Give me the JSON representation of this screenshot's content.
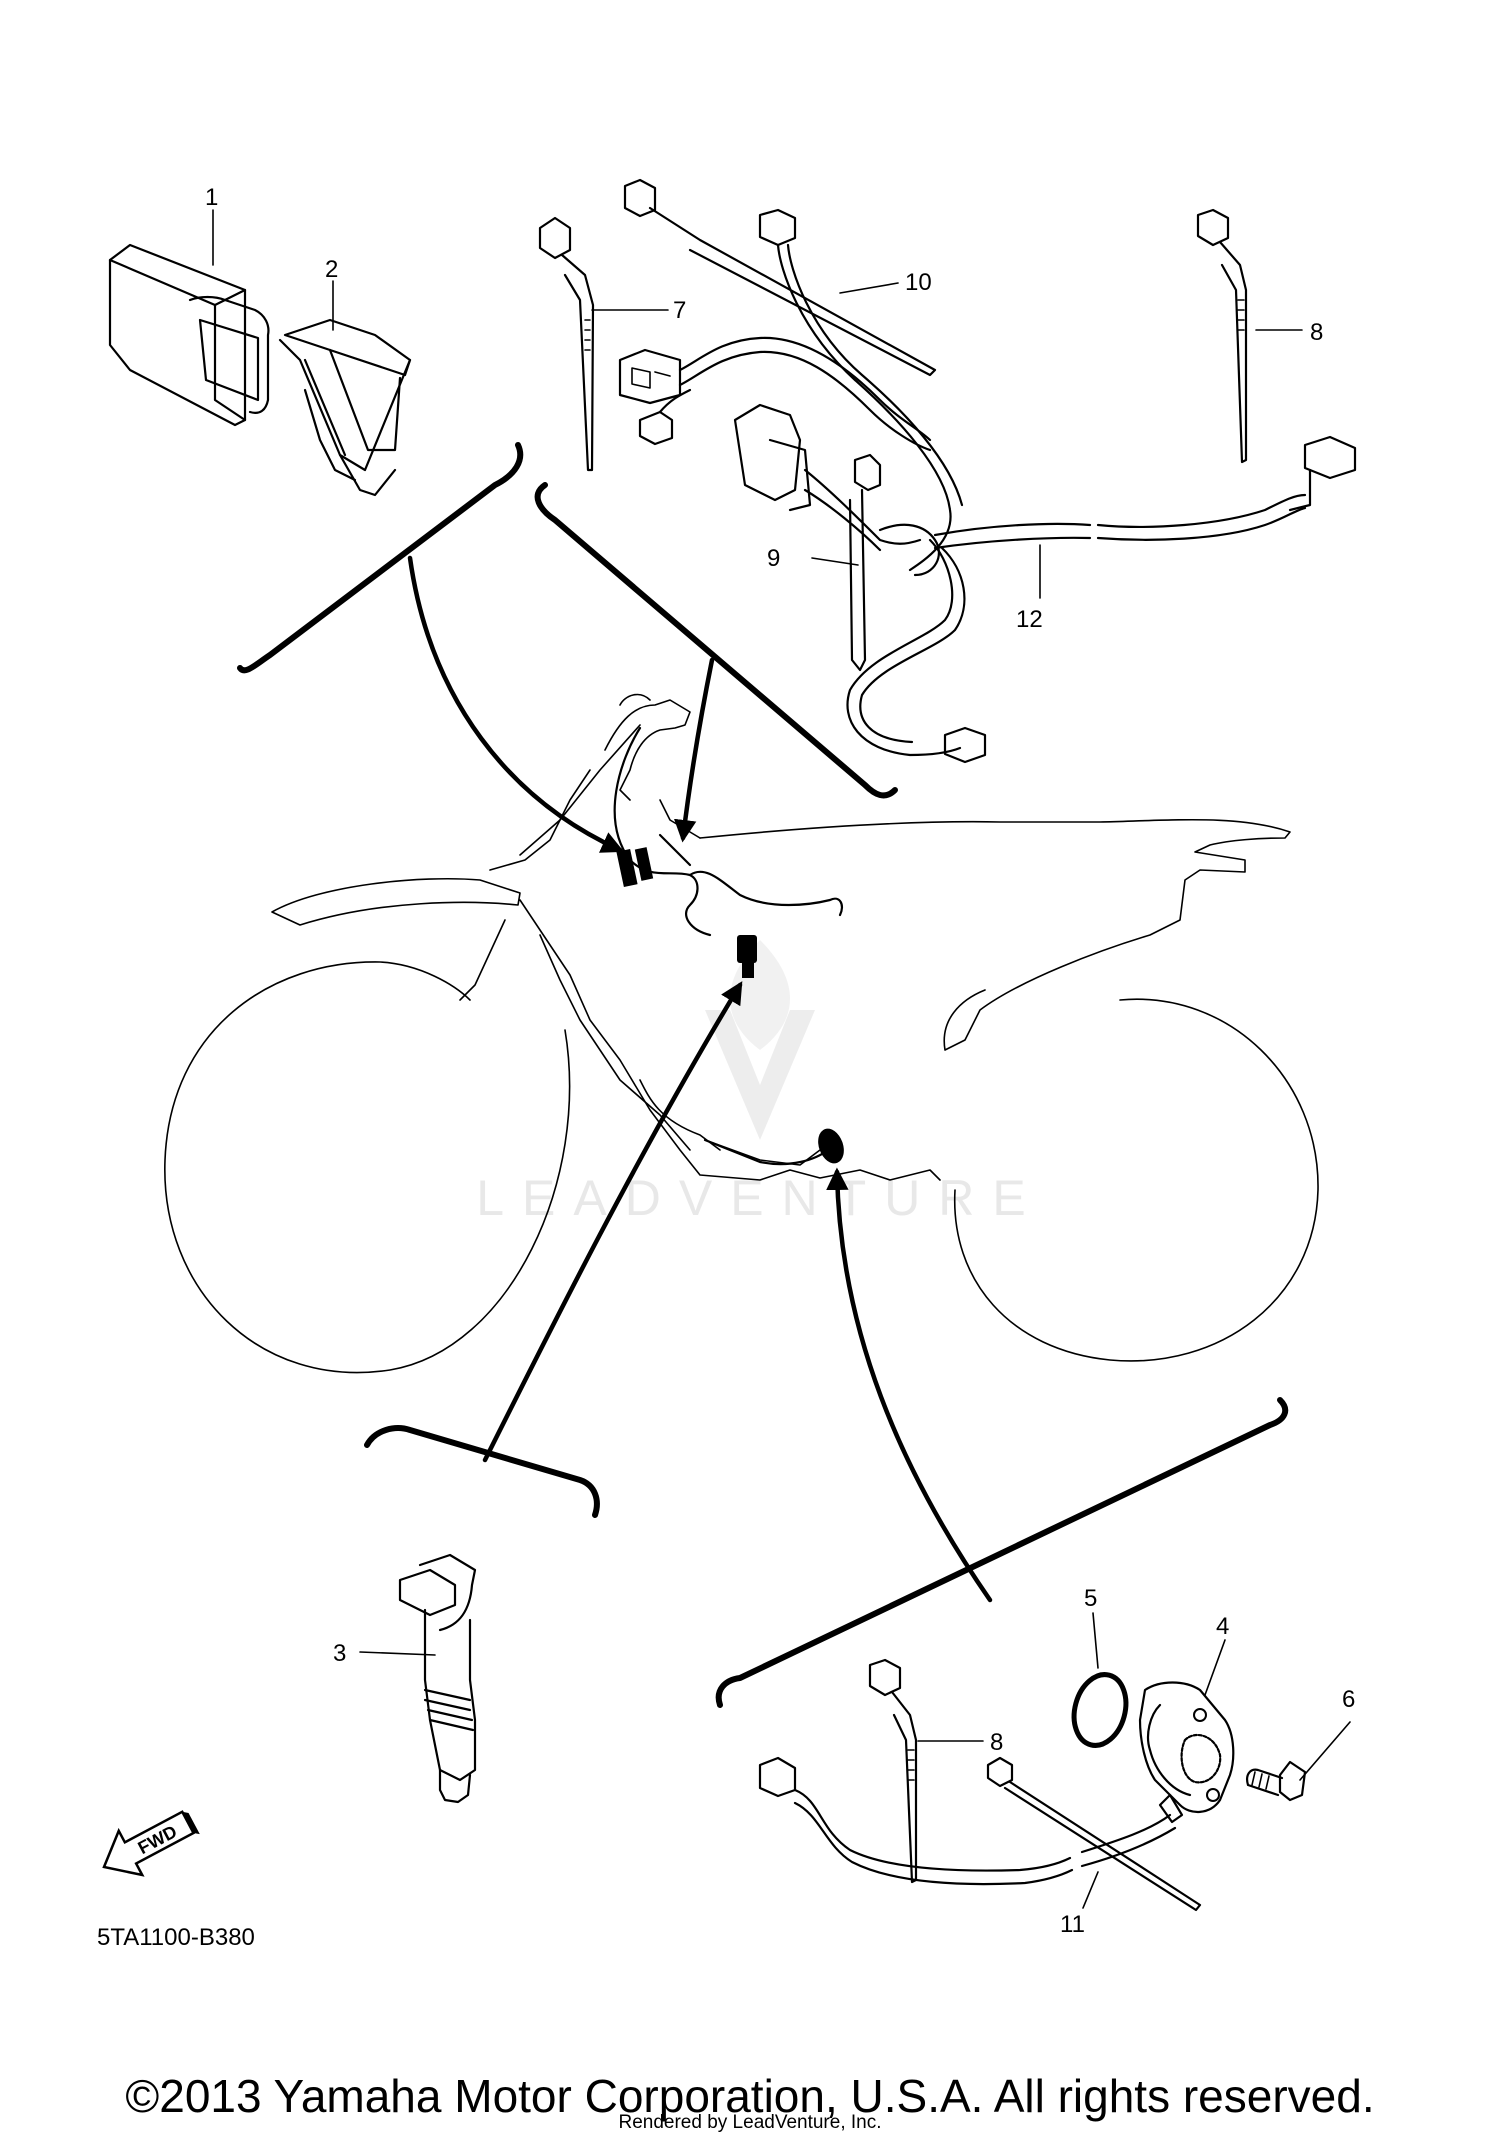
{
  "diagram": {
    "code": "5TA1100-B380",
    "fwd_label": "FWD",
    "watermark": "LEADVENTURE",
    "callouts": [
      "1",
      "2",
      "3",
      "4",
      "5",
      "6",
      "7",
      "8",
      "8",
      "9",
      "10",
      "11",
      "12"
    ]
  },
  "footer": {
    "copyright": "©2013 Yamaha Motor Corporation, U.S.A. All rights reserved.",
    "rendered_by": "Rendered by LeadVenture, Inc."
  }
}
